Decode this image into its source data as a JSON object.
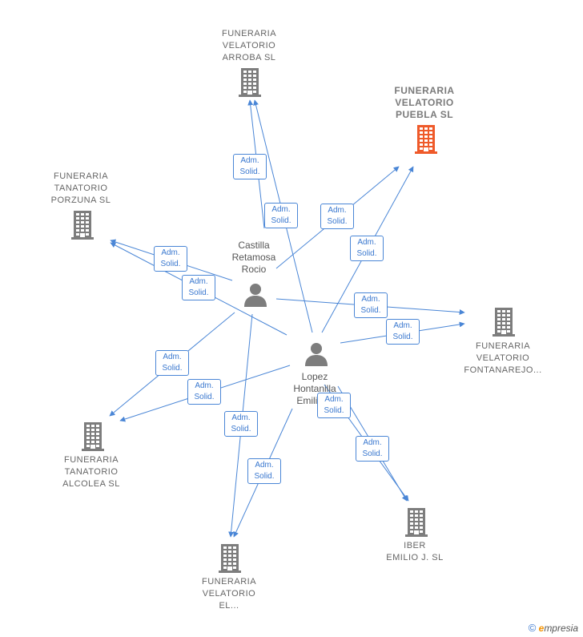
{
  "colors": {
    "edge": "#4a86d6",
    "building": "#7d7d7d",
    "focus_building": "#ef5a2a",
    "person": "#7d7d7d",
    "badge_text": "#3a78cf"
  },
  "companies": [
    {
      "id": "arroba",
      "lines": [
        "FUNERARIA",
        "VELATORIO",
        "ARROBA  SL"
      ]
    },
    {
      "id": "puebla",
      "lines": [
        "FUNERARIA",
        "VELATORIO",
        "PUEBLA  SL"
      ],
      "focus": true
    },
    {
      "id": "porzuna",
      "lines": [
        "FUNERARIA",
        "TANATORIO",
        "PORZUNA  SL"
      ]
    },
    {
      "id": "fontanarejo",
      "lines": [
        "FUNERARIA",
        "VELATORIO",
        "FONTANAREJO..."
      ]
    },
    {
      "id": "alcolea",
      "lines": [
        "FUNERARIA",
        "TANATORIO",
        "ALCOLEA  SL"
      ]
    },
    {
      "id": "el",
      "lines": [
        "FUNERARIA",
        "VELATORIO",
        "EL..."
      ]
    },
    {
      "id": "iber",
      "lines": [
        "IBER",
        "EMILIO J.  SL"
      ]
    }
  ],
  "people": [
    {
      "id": "castilla",
      "lines": [
        "Castilla",
        "Retamosa",
        "Rocio"
      ]
    },
    {
      "id": "lopez",
      "lines": [
        "Lopez",
        "Hontanilla",
        "Emilio J."
      ]
    }
  ],
  "badge": {
    "line1": "Adm.",
    "line2": "Solid."
  },
  "badge_count": 14,
  "watermark": {
    "copyright": "©",
    "e": "e",
    "brand": "mpresia"
  }
}
